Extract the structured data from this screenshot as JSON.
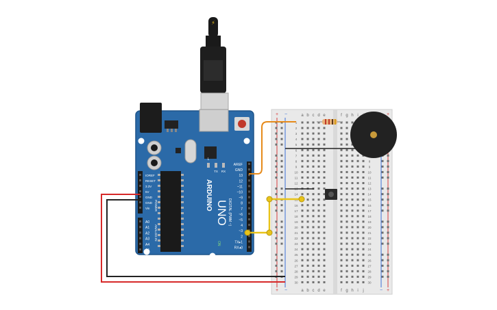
{
  "colors": {
    "board": "#2b6aa8",
    "board_edge": "#1f5489",
    "breadboard": "#e8e8e8",
    "rail_red": "#d83a3a",
    "rail_blue": "#3a6fd8",
    "wire_red": "#d62828",
    "wire_black": "#222222",
    "wire_orange": "#e68a1a",
    "wire_yellow": "#e8c31a",
    "buzzer": "#222222",
    "buzzer_center": "#c89a3a"
  },
  "arduino": {
    "brand": "ARDUINO",
    "model": "UNO",
    "on_label": "ON",
    "tx_label": "TX",
    "rx_label": "RX",
    "l_label": "L",
    "digital_label": "DIGITAL (PWM ~)",
    "power_label": "POWER",
    "analog_label": "ANALOG IN",
    "digital_pins": [
      "AREF",
      "GND",
      "13",
      "12",
      "~11",
      "~10",
      "~9",
      "8",
      "7",
      "~6",
      "~5",
      "4",
      "~3",
      "2",
      "TX▸1",
      "RX◂0"
    ],
    "power_pins": [
      "IOREF",
      "RESET",
      "3.3V",
      "5V",
      "GND",
      "GND",
      "Vin"
    ],
    "analog_pins": [
      "A0",
      "A1",
      "A2",
      "A3",
      "A4",
      "A5"
    ]
  },
  "breadboard": {
    "col_letters_left": [
      "a",
      "b",
      "c",
      "d",
      "e"
    ],
    "col_letters_right": [
      "f",
      "g",
      "h",
      "i",
      "j"
    ],
    "row_numbers": [
      "1",
      "2",
      "3",
      "4",
      "5",
      "6",
      "7",
      "8",
      "9",
      "10",
      "11",
      "12",
      "13",
      "14",
      "15",
      "16",
      "17",
      "18",
      "19",
      "20",
      "21",
      "22",
      "23",
      "24",
      "25",
      "26",
      "27",
      "28",
      "29",
      "30"
    ],
    "plus": "+",
    "minus": "−"
  },
  "usb": {
    "icon": "usb-plug-icon",
    "bolt": "⚡"
  }
}
